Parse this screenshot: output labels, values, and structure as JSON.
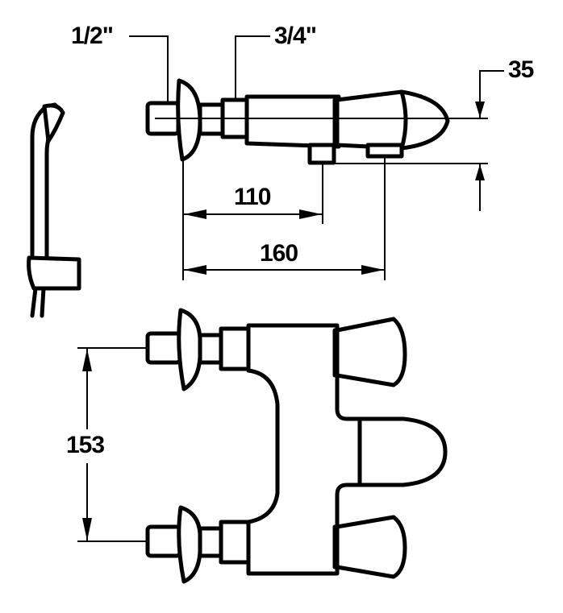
{
  "labels": {
    "inlet_thread": "1/2\"",
    "outlet_thread": "3/4\"",
    "height_offset": "35",
    "depth_short": "110",
    "depth_long": "160",
    "center_distance": "153"
  },
  "colors": {
    "line": "#000000",
    "background": "#ffffff"
  }
}
